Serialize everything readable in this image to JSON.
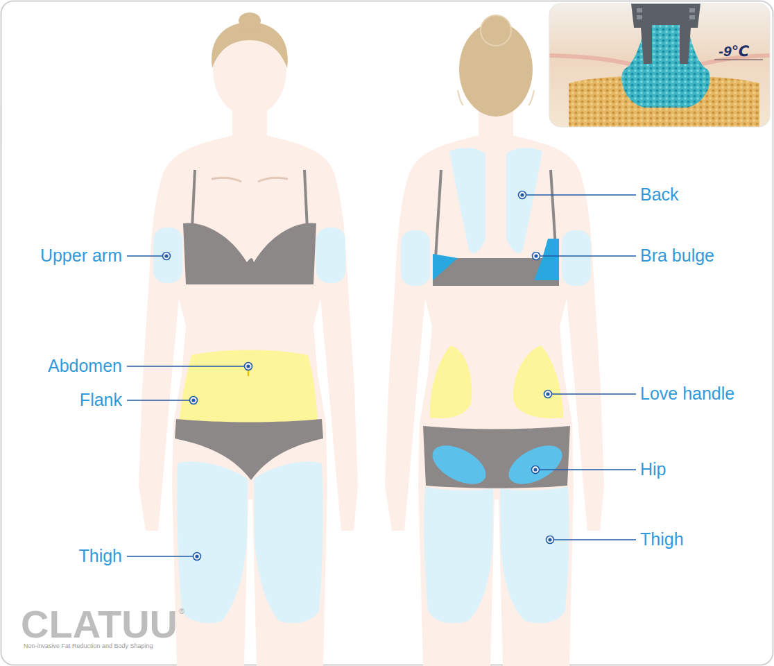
{
  "diagram": {
    "labels": [
      "Upper arm",
      "Abdomen",
      "Flank",
      "Thigh",
      "Back",
      "Bra bulge",
      "Love handle",
      "Hip",
      "Thigh",
      "-9℃",
      "CLATUU",
      "®",
      "Non-invasive Fat Reduction and Body Shaping"
    ]
  }
}
